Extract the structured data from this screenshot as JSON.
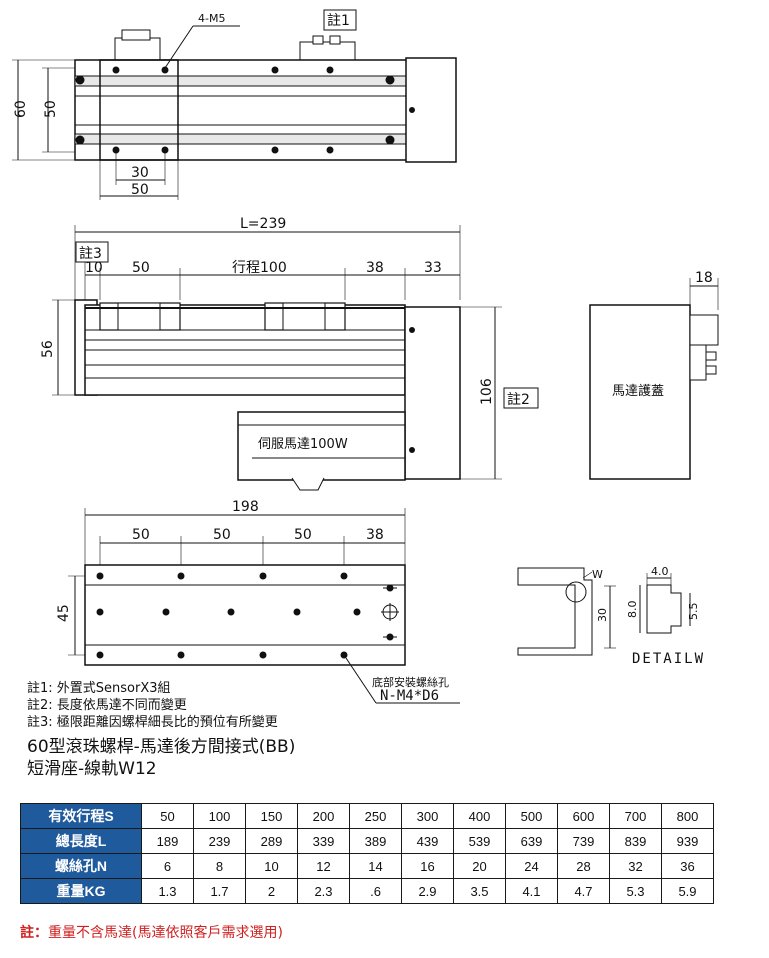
{
  "top_view": {
    "label_4m5": "4-M5",
    "note_tag": "註1",
    "dim_60": "60",
    "dim_50": "50",
    "dim_30": "30",
    "dim_50b": "50"
  },
  "side_view": {
    "dim_L": "L=239",
    "note_tag": "註3",
    "dim_10": "10",
    "dim_50": "50",
    "dim_stroke": "行程100",
    "dim_38": "38",
    "dim_33": "33",
    "dim_56": "56",
    "dim_106": "106",
    "note_tag2": "註2",
    "motor_label": "伺服馬達100W"
  },
  "cover_view": {
    "dim_18": "18",
    "label": "馬達護蓋"
  },
  "bottom_view": {
    "dim_198": "198",
    "dim_50a": "50",
    "dim_50b": "50",
    "dim_50c": "50",
    "dim_38": "38",
    "dim_45": "45",
    "hole_title": "底部安裝螺絲孔",
    "hole_spec": "N-M4*D6"
  },
  "detail": {
    "label_w": "W",
    "dim_30": "30",
    "dim_8": "8.0",
    "dim_4": "4.0",
    "dim_55": "5.5",
    "title": "DETAILW"
  },
  "notes": [
    "註1: 外置式SensorX3組",
    "註2: 長度依馬達不同而變更",
    "註3: 極限距離因螺桿細長比的預位有所變更"
  ],
  "caption": {
    "line1": "60型滾珠螺桿-馬達後方間接式(BB)",
    "line2": "短滑座-線軌W12"
  },
  "table": {
    "rows": [
      {
        "header": "有效行程S",
        "cells": [
          "50",
          "100",
          "150",
          "200",
          "250",
          "300",
          "400",
          "500",
          "600",
          "700",
          "800"
        ]
      },
      {
        "header": "總長度L",
        "cells": [
          "189",
          "239",
          "289",
          "339",
          "389",
          "439",
          "539",
          "639",
          "739",
          "839",
          "939"
        ]
      },
      {
        "header": "螺絲孔N",
        "cells": [
          "6",
          "8",
          "10",
          "12",
          "14",
          "16",
          "20",
          "24",
          "28",
          "32",
          "36"
        ]
      },
      {
        "header": "重量KG",
        "cells": [
          "1.3",
          "1.7",
          "2",
          "2.3",
          ".6",
          "2.9",
          "3.5",
          "4.1",
          "4.7",
          "5.3",
          "5.9"
        ]
      }
    ]
  },
  "footnote": {
    "prefix": "註：",
    "text": "重量不含馬達(馬達依照客戶需求選用)"
  },
  "colors": {
    "header_bg": "#1f5a9c",
    "footnote": "#d02020"
  }
}
